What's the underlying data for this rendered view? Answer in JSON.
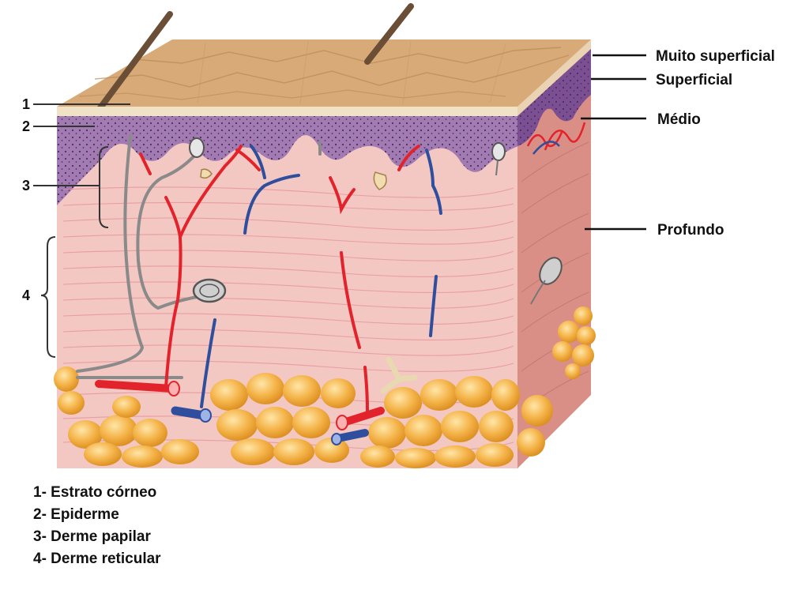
{
  "layer_labels": {
    "muito_superficial": "Muito superficial",
    "superficial": "Superficial",
    "medio": "Médio",
    "profundo": "Profundo"
  },
  "markers": [
    "1",
    "2",
    "3",
    "4"
  ],
  "legend": [
    "1- Estrato córneo",
    "2- Epiderme",
    "3- Derme papilar",
    "4- Derme reticular"
  ],
  "colors": {
    "skin_surface": "#d8aa78",
    "stratum_corneum": "#efe2c6",
    "epidermis": "#a37bb3",
    "dermis": "#f3c7c2",
    "side_face": "#d98f86",
    "fat": "#f0a93a",
    "artery": "#e3232b",
    "vein": "#2f4f9e",
    "nerve": "#8a8a8a"
  }
}
